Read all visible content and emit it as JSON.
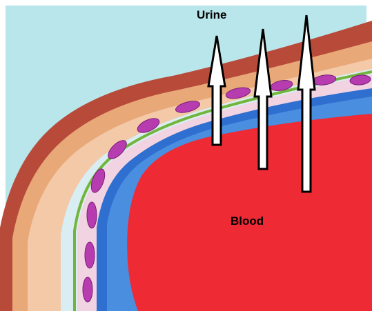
{
  "labels": {
    "top": "Urine",
    "center": "Blood"
  },
  "colors": {
    "background": "#b9e6ea",
    "blood": "#ee2a35",
    "muscle": "#b84a3a",
    "fat": "#e8a878",
    "connective": "#f3c9a8",
    "fiber": "#74b43c",
    "smooth_cells": "#b63cb0",
    "epithelium": "#2f6fd0",
    "arrow_fill": "#ffffff",
    "arrow_outline": "#000000"
  },
  "arrows": {
    "count": 3,
    "direction": "up"
  }
}
